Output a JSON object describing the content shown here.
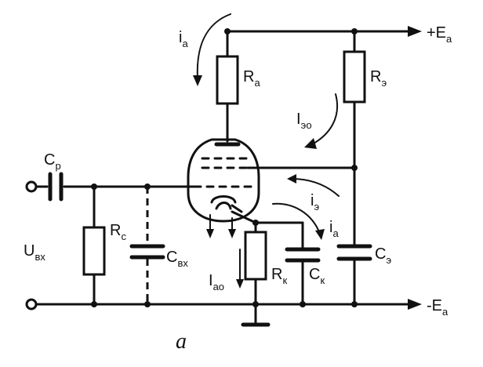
{
  "labels": {
    "ia_top": "i",
    "ia_top_sub": "a",
    "Ra": "R",
    "Ra_sub": "a",
    "Re": "R",
    "Re_sub": "э",
    "Ieo": "I",
    "Ieo_sub": "эо",
    "Ea_plus": "+E",
    "Ea_plus_sub": "a",
    "Cp": "C",
    "Cp_sub": "p",
    "Uvx": "U",
    "Uvx_sub": "вх",
    "Rc": "R",
    "Rc_sub": "c",
    "Cvx": "C",
    "Cvx_sub": "вх",
    "ie": "i",
    "ie_sub": "э",
    "ia_right": "i",
    "ia_right_sub": "a",
    "Ce": "C",
    "Ce_sub": "э",
    "Iao": "I",
    "Iao_sub": "ao",
    "Rk": "R",
    "Rk_sub": "к",
    "Ck": "C",
    "Ck_sub": "к",
    "Ea_minus": "-E",
    "Ea_minus_sub": "a",
    "figure_letter": "a"
  }
}
